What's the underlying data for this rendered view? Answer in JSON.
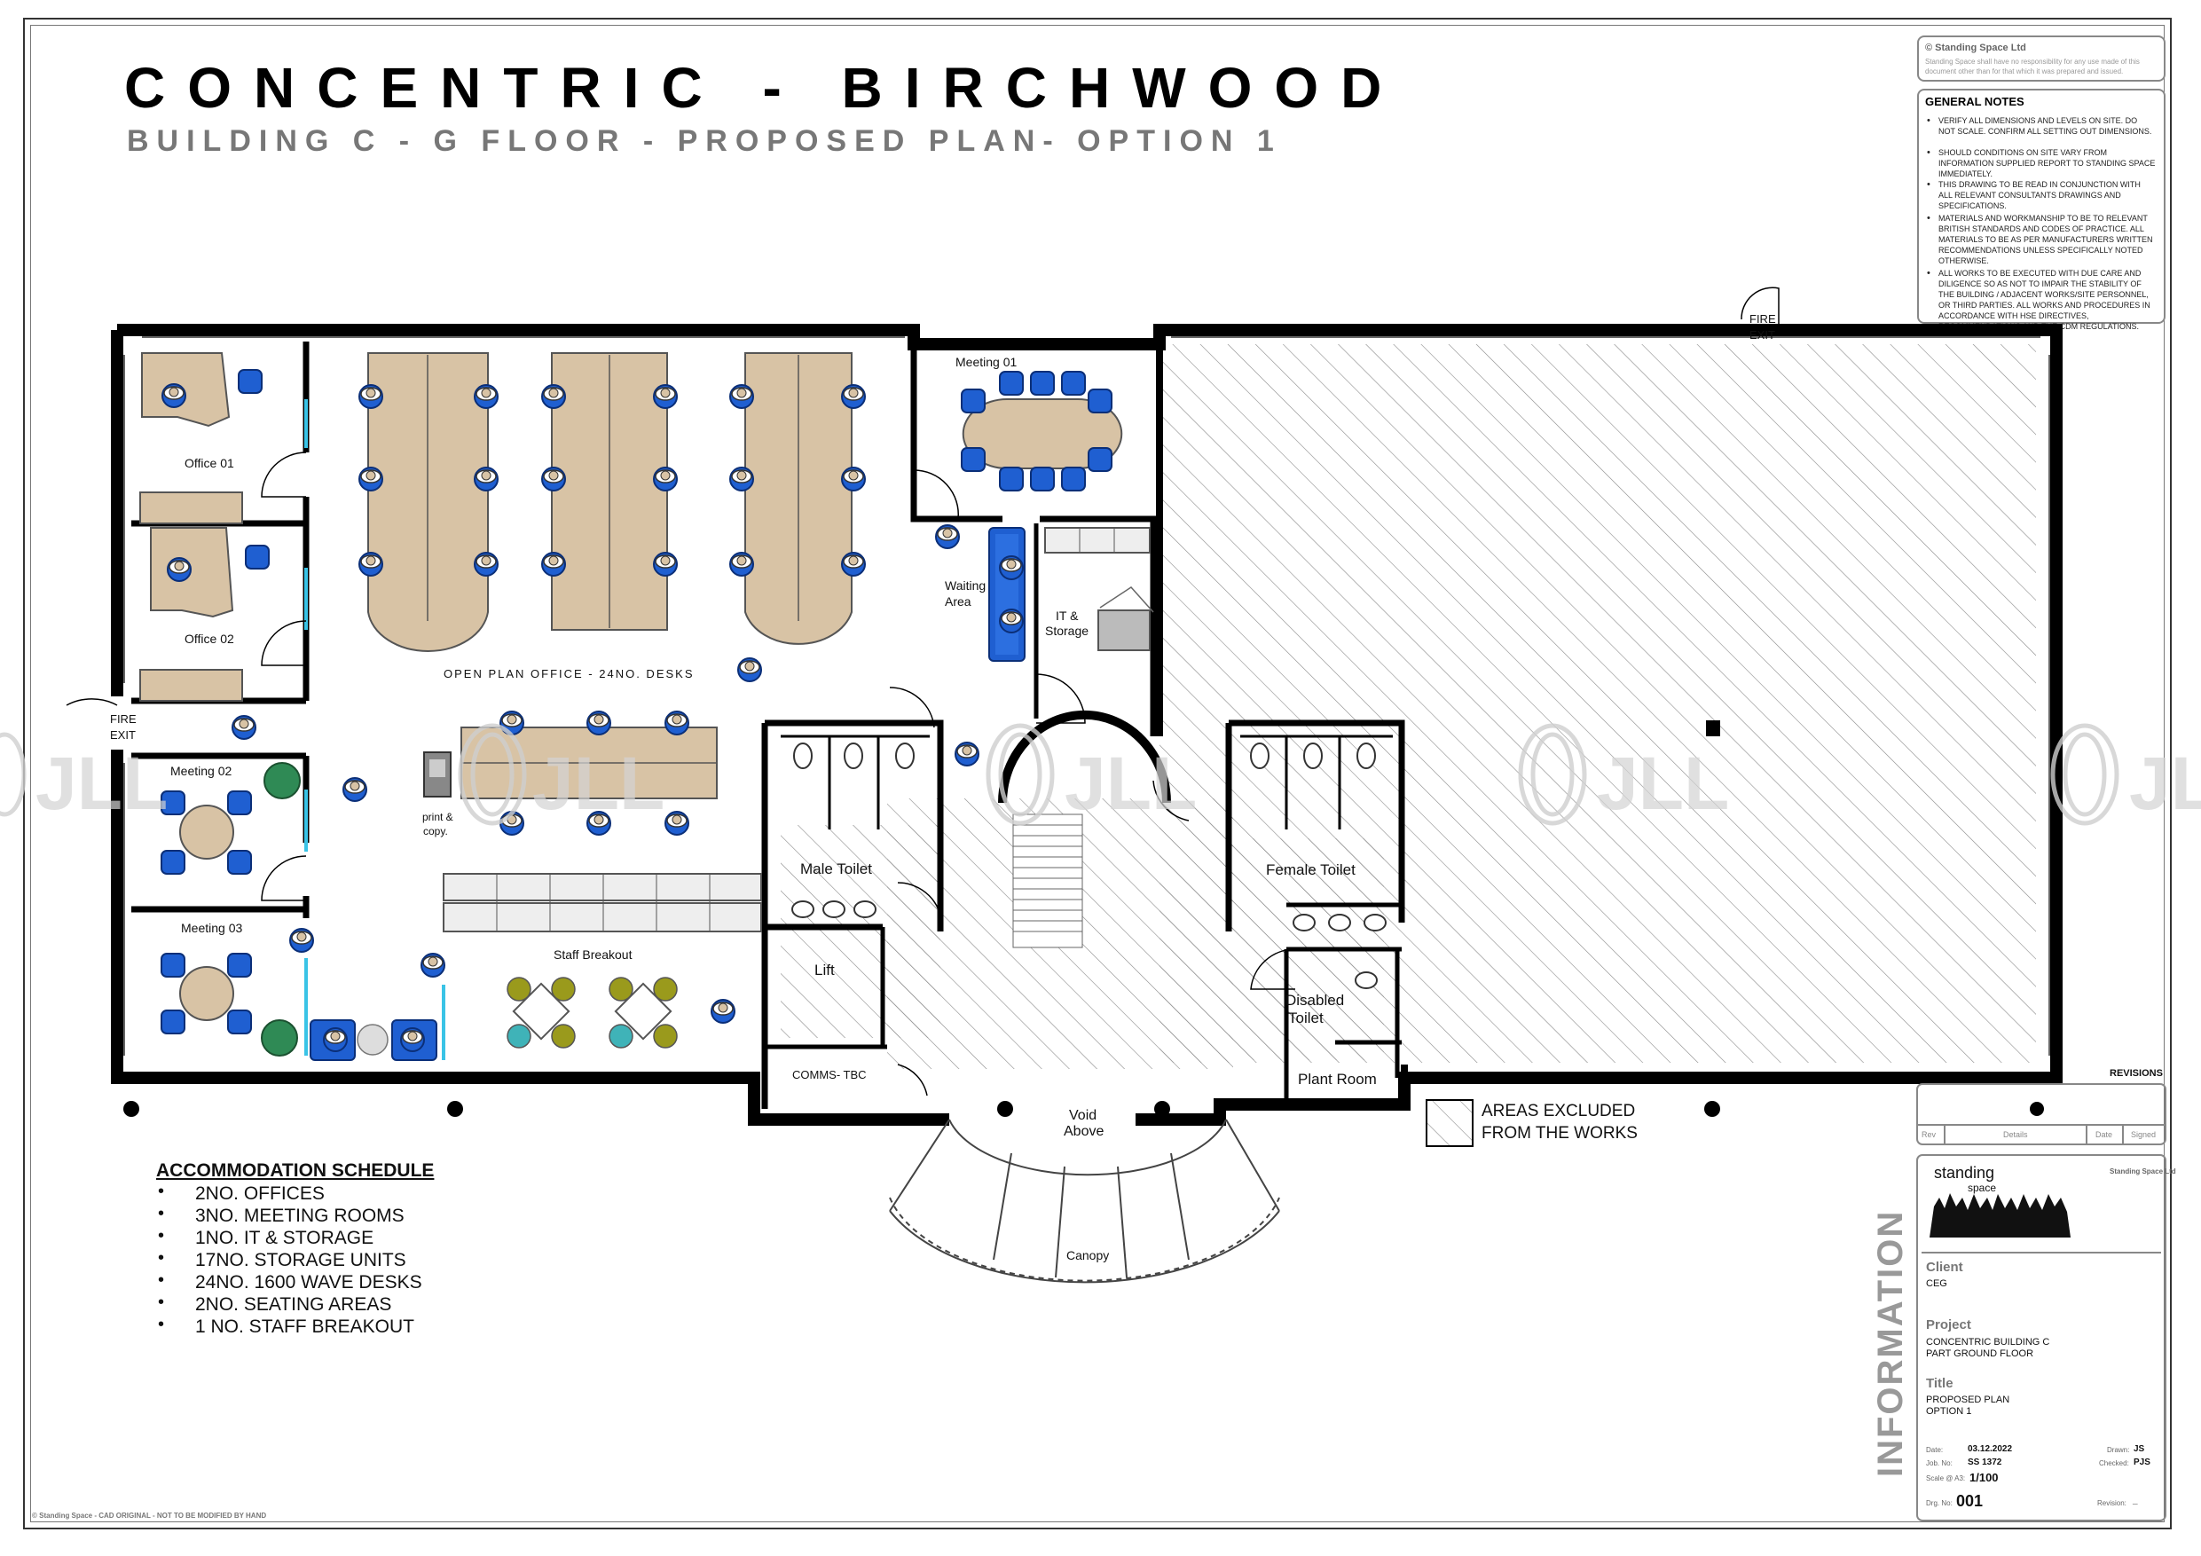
{
  "title": "CONCENTRIC - BIRCHWOOD",
  "subtitle": "BUILDING C - G FLOOR - PROPOSED PLAN- OPTION 1",
  "copyright": {
    "title": "© Standing Space Ltd",
    "text": "Standing Space shall have no responsibility for any use made of this document other than for that which it was prepared and issued."
  },
  "general_notes": {
    "heading": "GENERAL NOTES",
    "items": [
      "VERIFY ALL DIMENSIONS AND LEVELS ON SITE. DO NOT SCALE. CONFIRM ALL SETTING OUT DIMENSIONS.",
      "SHOULD CONDITIONS ON SITE VARY FROM INFORMATION SUPPLIED REPORT TO STANDING SPACE IMMEDIATELY.",
      "THIS DRAWING TO BE READ IN CONJUNCTION WITH ALL RELEVANT CONSULTANTS DRAWINGS AND SPECIFICATIONS.",
      "MATERIALS AND WORKMANSHIP TO BE TO RELEVANT BRITISH STANDARDS AND CODES OF PRACTICE. ALL MATERIALS TO BE AS PER MANUFACTURERS WRITTEN RECOMMENDATIONS UNLESS SPECIFICALLY NOTED OTHERWISE.",
      "ALL WORKS TO BE EXECUTED WITH DUE CARE AND DILIGENCE SO AS NOT TO IMPAIR THE STABILITY OF THE BUILDING / ADJACENT WORKS/SITE PERSONNEL, OR THIRD PARTIES. ALL WORKS AND PROCEDURES IN ACCORDANCE WITH HSE DIRECTIVES, RECOMMENDATIONS AND THE CDM REGULATIONS."
    ]
  },
  "rooms": {
    "fire_exit_top_1": "FIRE",
    "fire_exit_top_2": "EXIT",
    "fire_exit_left_1": "FIRE",
    "fire_exit_left_2": "EXIT",
    "office_01": "Office 01",
    "office_02": "Office 02",
    "meeting_01": "Meeting 01",
    "meeting_02": "Meeting 02",
    "meeting_03": "Meeting 03",
    "waiting_1": "Waiting",
    "waiting_2": "Area",
    "it_1": "IT &",
    "it_2": "Storage",
    "open_plan": "OPEN PLAN OFFICE - 24NO. DESKS",
    "print_1": "print &",
    "print_2": "copy.",
    "staff_breakout": "Staff Breakout",
    "male_toilet": "Male Toilet",
    "female_toilet": "Female Toilet",
    "lift": "Lift",
    "comms": "COMMS- TBC",
    "disabled_1": "Disabled",
    "disabled_2": "Toilet",
    "plant_room": "Plant Room",
    "void_1": "Void",
    "void_2": "Above",
    "canopy": "Canopy"
  },
  "legend": {
    "line1": "AREAS EXCLUDED",
    "line2": "FROM THE WORKS"
  },
  "schedule": {
    "title": "ACCOMMODATION SCHEDULE",
    "items": [
      "2NO. OFFICES",
      "3NO. MEETING ROOMS",
      "1NO. IT & STORAGE",
      "17NO. STORAGE UNITS",
      "24NO. 1600 WAVE DESKS",
      "2NO. SEATING AREAS",
      "1 NO. STAFF BREAKOUT"
    ]
  },
  "watermark": "JLL",
  "revisions": {
    "heading": "REVISIONS",
    "rev": "Rev",
    "details": "Details",
    "date": "Date",
    "signed": "Signed"
  },
  "company": {
    "name_1": "standing",
    "name_2": "space",
    "addr_title": "Standing Space Ltd"
  },
  "title_block": {
    "information": "INFORMATION",
    "client_label": "Client",
    "client": "CEG",
    "project_label": "Project",
    "project_1": "CONCENTRIC BUILDING C",
    "project_2": "PART GROUND FLOOR",
    "title_label": "Title",
    "title_1": "PROPOSED PLAN",
    "title_2": "OPTION 1",
    "date_label": "Date:",
    "date": "03.12.2022",
    "drawn_label": "Drawn:",
    "drawn": "JS",
    "job_label": "Job. No:",
    "job": "SS 1372",
    "checked_label": "Checked:",
    "checked": "PJS",
    "scale_label": "Scale @ A3:",
    "scale": "1/100",
    "drg_label": "Drg. No:",
    "drg": "001",
    "revision_label": "Revision:",
    "revision": "_"
  },
  "footer": "© Standing Space - CAD ORIGINAL - NOT TO BE MODIFIED BY HAND",
  "colors": {
    "chair_blue": "#1f5fd1",
    "desk_tan": "#d8c3a5",
    "plant_green": "#2f8a55",
    "chair_olive": "#9a9a1c",
    "chair_teal": "#3fb3b8",
    "glazing": "#39c3e6",
    "wall": "#000000",
    "hatch": "#8a8a8a"
  }
}
